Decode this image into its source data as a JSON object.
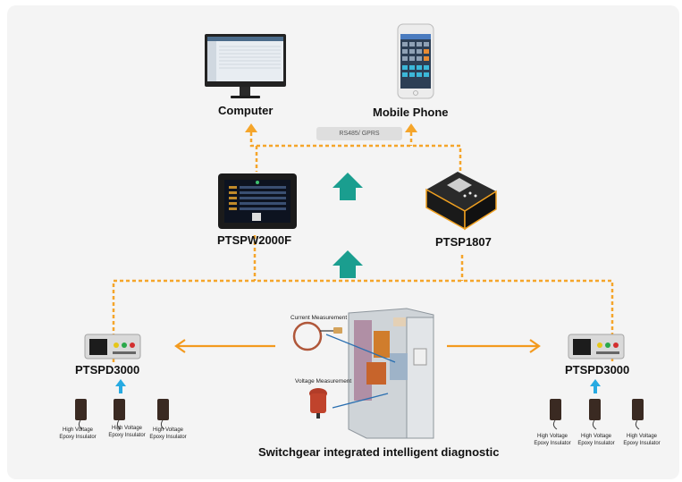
{
  "labels": {
    "computer": "Computer",
    "mobile_phone": "Mobile Phone",
    "link": "RS485/ GPRS",
    "ptspw": "PTSPW2000F",
    "ptsp1807": "PTSP1807",
    "ptspd_left": "PTSPD3000",
    "ptspd_right": "PTSPD3000",
    "current_measurement": "Current Measurement",
    "voltage_measurement": "Voltage Measurement",
    "caption": "Switchgear integrated intelligent diagnostic"
  },
  "insulators_left": [
    {
      "line1": "High Voltage",
      "line2": "Epoxy Insulator"
    },
    {
      "line1": "High Voltage",
      "line2": "Epoxy Insulator"
    },
    {
      "line1": "High Voltage",
      "line2": "Epoxy Insulator"
    }
  ],
  "insulators_right": [
    {
      "line1": "High Voltage",
      "line2": "Epoxy Insulator"
    },
    {
      "line1": "High Voltage",
      "line2": "Epoxy Insulator"
    },
    {
      "line1": "High Voltage",
      "line2": "Epoxy Insulator"
    }
  ],
  "colors": {
    "dashed_line": "#f5a52a",
    "arrow_orange": "#f39a1e",
    "arrow_teal": "#1a9e8f",
    "arrow_blue": "#27aae1"
  }
}
